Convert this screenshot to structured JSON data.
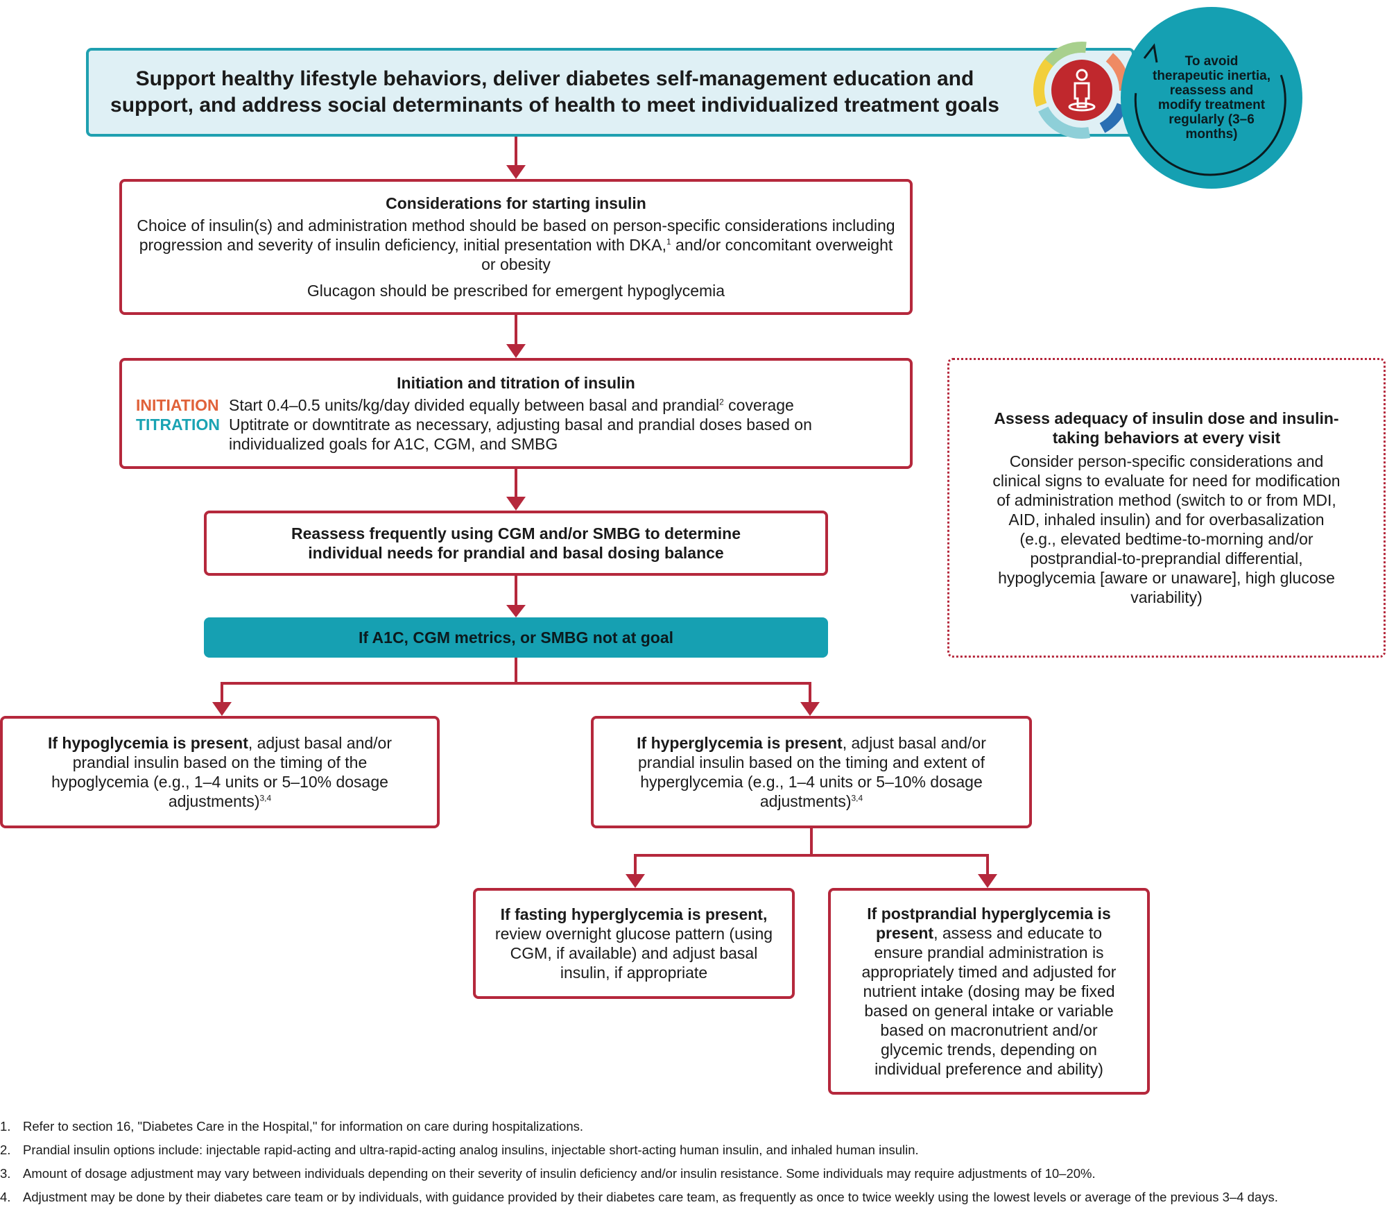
{
  "header": {
    "text": "Support healthy lifestyle behaviors, deliver diabetes self-management education and support, and address social determinants of health to meet individualized treatment goals",
    "cycle_text": "To avoid therapeutic inertia, reassess and modify treatment regularly (3–6 months)",
    "icon": "person-cycle-icon"
  },
  "considerations": {
    "title": "Considerations for starting insulin",
    "text_a": "Choice of insulin(s) and administration method should be based on person-specific considerations including progression and severity of insulin deficiency, initial presentation with DKA,",
    "sup_a": "1",
    "text_b": " and/or concomitant overweight or obesity",
    "glucagon": "Glucagon should be prescribed for emergent hypoglycemia"
  },
  "initiation": {
    "title": "Initiation and titration of insulin",
    "init_label": "INITIATION",
    "init_text_a": "Start 0.4–0.5 units/kg/day divided equally between basal and prandial",
    "init_sup": "2",
    "init_text_b": " coverage",
    "titr_label": "TITRATION",
    "titr_text": "Uptitrate or downtitrate as necessary, adjusting basal and prandial doses based on individualized goals for A1C, CGM, and SMBG"
  },
  "reassess": {
    "text": "Reassess frequently using CGM and/or SMBG to determine individual needs for prandial and basal dosing balance"
  },
  "goal": {
    "text": "If A1C, CGM metrics, or SMBG not at goal"
  },
  "assess": {
    "title": "Assess adequacy of insulin dose and insulin-taking behaviors at every visit",
    "text": "Consider person-specific considerations and clinical signs to evaluate for need for modification of administration method (switch to or from MDI, AID, inhaled insulin) and for overbasalization (e.g., elevated bedtime-to-morning and/or postprandial-to-preprandial differential, hypoglycemia [aware or unaware], high glucose variability)"
  },
  "hypo": {
    "bold": "If hypoglycemia is present",
    "text": ", adjust basal and/or prandial insulin based on the timing of the hypoglycemia (e.g., 1–4 units or 5–10% dosage adjustments)",
    "sup": "3,4"
  },
  "hyper": {
    "bold": "If hyperglycemia is present",
    "text": ", adjust basal and/or prandial insulin based on the timing and extent of hyperglycemia (e.g., 1–4 units or 5–10% dosage adjustments)",
    "sup": "3,4"
  },
  "fasting": {
    "bold": "If fasting hyperglycemia is present,",
    "text": " review overnight glucose pattern (using CGM, if available) and adjust basal insulin, if appropriate"
  },
  "postprandial": {
    "bold": "If postprandial hyperglycemia is present",
    "text": ", assess and educate to ensure prandial administration is appropriately timed and adjusted for nutrient intake (dosing may be fixed based on general intake or variable based on macronutrient and/or glycemic trends, depending on individual preference and ability)"
  },
  "footnotes": [
    {
      "n": "1.",
      "text": "Refer to section 16, \"Diabetes Care in the Hospital,\" for information on care during hospitalizations."
    },
    {
      "n": "2.",
      "text": "Prandial insulin options include: injectable rapid-acting and ultra-rapid-acting analog insulins, injectable short-acting human insulin, and inhaled human insulin."
    },
    {
      "n": "3.",
      "text": "Amount of dosage adjustment may vary between individuals depending on their severity of insulin deficiency and/or insulin resistance. Some individuals may require adjustments of 10–20%."
    },
    {
      "n": "4.",
      "text": "Adjustment may be done by their diabetes care team or by individuals, with guidance provided by their diabetes care team, as frequently as once to twice weekly using the lowest levels or average of the previous 3–4 days."
    }
  ],
  "colors": {
    "red": "#b5283c",
    "teal": "#1aa3b3",
    "header_fill": "#dff0f5",
    "initiation": "#e0623a"
  }
}
